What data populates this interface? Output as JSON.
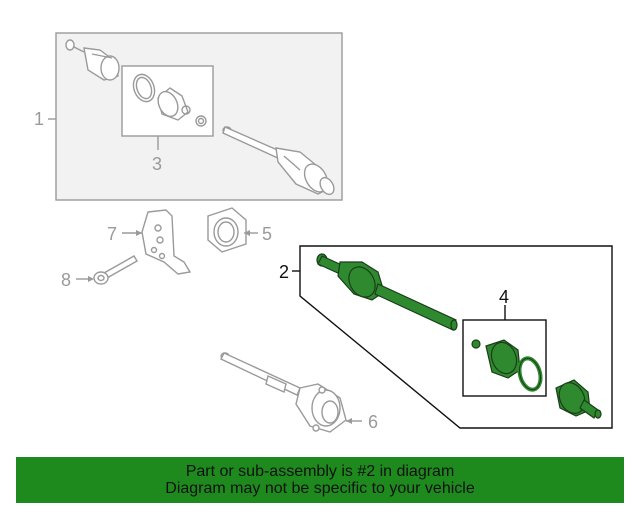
{
  "callouts": {
    "c1": "1",
    "c2": "2",
    "c3": "3",
    "c4": "4",
    "c5": "5",
    "c6": "6",
    "c7": "7",
    "c8": "8"
  },
  "footer": {
    "line1": "Part or sub-assembly is #2 in diagram",
    "line2": "Diagram may not be specific to your vehicle"
  },
  "colors": {
    "highlight": "#2f8a2f",
    "banner": "#1e8a1e",
    "line_art": "#9a9a9a"
  }
}
